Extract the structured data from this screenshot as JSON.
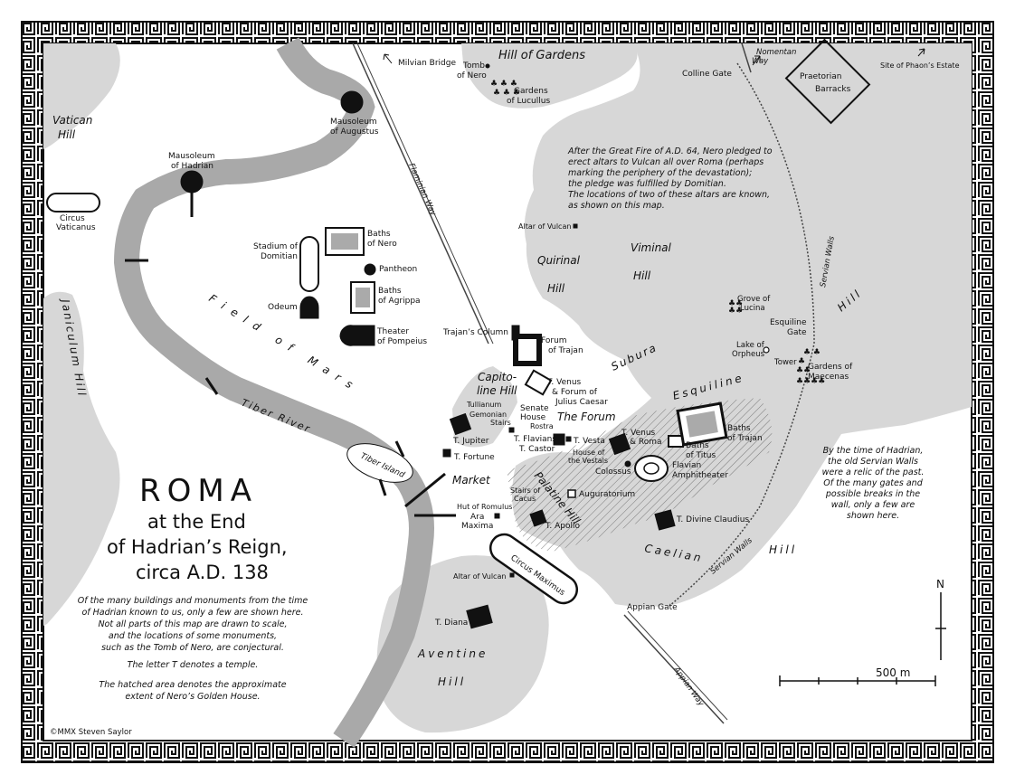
{
  "title": {
    "main": "Roma",
    "line1": "at the End",
    "line2": "of Hadrian’s Reign,",
    "line3": "circa A.D. 138"
  },
  "notes": {
    "intro": [
      "Of the many buildings and monuments from the time",
      "of Hadrian known to us, only a few are shown here.",
      "Not all parts of this map are drawn to scale,",
      "and the locations of some monuments,",
      "such as the Tomb of Nero, are conjectural."
    ],
    "temple": "The letter T denotes a temple.",
    "hatch": [
      "The hatched area denotes the approximate",
      "extent of Nero’s Golden House."
    ],
    "fire": [
      "After the Great Fire of A.D. 64, Nero pledged to",
      "erect altars to Vulcan all over Roma (perhaps",
      "marking the periphery of the devastation);",
      "the pledge was fulfilled by Domitian.",
      "The locations of two of these altars are known,",
      "as shown on this map."
    ],
    "walls": [
      "By the time of Hadrian,",
      "the old Servian Walls",
      "were a relic of the past.",
      "Of the many gates and",
      "possible breaks in the",
      "wall, only a few are",
      "shown here."
    ]
  },
  "copyright": "©MMX Steven Saylor",
  "scale": {
    "label": "500 m",
    "north": "N"
  },
  "colors": {
    "hill": "#d7d7d7",
    "river": "#a9a9a9",
    "ink": "#111111",
    "border": "#111111"
  },
  "hills": {
    "vatican": [
      "Vatican",
      "Hill"
    ],
    "janiculum": "Janiculum Hill",
    "gardens": "Hill of Gardens",
    "quirinal": [
      "Quirinal",
      "Hill"
    ],
    "viminal": [
      "Viminal",
      "Hill"
    ],
    "capitoline": [
      "Capito-",
      "line Hill"
    ],
    "palatine": "Palatine Hill",
    "esquiline": "Esquiline",
    "esquiline_hill": "Hill",
    "caelian": "Caelian",
    "caelian_hill": "Hill",
    "aventine": [
      "Aventine",
      "Hill"
    ]
  },
  "areas": {
    "field": "Field of Mars",
    "tiber": "Tiber River",
    "island": "Tiber Island",
    "subura": "Subura",
    "forum": "The Forum",
    "market": "Market",
    "flaminian": "Flaminian Way",
    "appian": "Appian Way",
    "nomentan": [
      "Nomentan",
      "Way"
    ],
    "servian1": "Servian Walls",
    "servian2": "Servian Walls"
  },
  "places": {
    "milvian": "Milvian Bridge",
    "tomb_nero": [
      "Tomb",
      "of Nero"
    ],
    "gardens_lucullus": [
      "Gardens",
      "of Lucullus"
    ],
    "colline": "Colline Gate",
    "praetorian": [
      "Praetorian",
      "Barracks"
    ],
    "phaon": "Site of Phaon’s Estate",
    "maus_augustus": [
      "Mausoleum",
      "of Augustus"
    ],
    "maus_hadrian": [
      "Mausoleum",
      "of Hadrian"
    ],
    "circus_vat": [
      "Circus",
      "Vaticanus"
    ],
    "stadium": [
      "Stadium of",
      "Domitian"
    ],
    "baths_nero": [
      "Baths",
      "of Nero"
    ],
    "pantheon": "Pantheon",
    "baths_agrippa": [
      "Baths",
      "of Agrippa"
    ],
    "odeum": "Odeum",
    "theater": [
      "Theater",
      "of Pompeius"
    ],
    "altar1": "Altar of Vulcan",
    "altar2": "Altar of Vulcan",
    "grove": [
      "Grove of",
      "Lucina"
    ],
    "esq_gate": [
      "Esquiline",
      "Gate"
    ],
    "lake": [
      "Lake of",
      "Orpheus"
    ],
    "tower": "Tower",
    "gardens_maecenas": [
      "Gardens of",
      "Maecenas"
    ],
    "trajans_column": "Trajan’s Column",
    "forum_trajan": [
      "Forum",
      "of Trajan"
    ],
    "venus_caesar": [
      "T. Venus",
      "& Forum of",
      "Julius Caesar"
    ],
    "tullianum": "Tullianum",
    "gemonian": [
      "Gemonian",
      "Stairs"
    ],
    "senate": [
      "Senate",
      "House"
    ],
    "rostra": "Rostra",
    "jupiter": "T. Jupiter",
    "fortune": "T. Fortune",
    "flavians": "T. Flavians",
    "castor": "T. Castor",
    "vesta": "T. Vesta",
    "house_vestals": [
      "House of",
      "the Vestals"
    ],
    "venus_roma": [
      "T. Venus",
      "& Roma"
    ],
    "baths_titus": [
      "Baths",
      "of Titus"
    ],
    "baths_trajan": [
      "Baths",
      "of Trajan"
    ],
    "colossus": "Colossus",
    "flavian": [
      "Flavian",
      "Amphitheater"
    ],
    "stairs_cacus": [
      "Stairs of",
      "Cacus"
    ],
    "hut": "Hut of Romulus",
    "augur": "Auguratorium",
    "ara": [
      "Ara",
      "Maxima"
    ],
    "apollo": "T. Apollo",
    "claudius": "T. Divine Claudius",
    "circus_max": "Circus Maximus",
    "appian_gate": "Appian Gate",
    "diana": "T. Diana"
  }
}
